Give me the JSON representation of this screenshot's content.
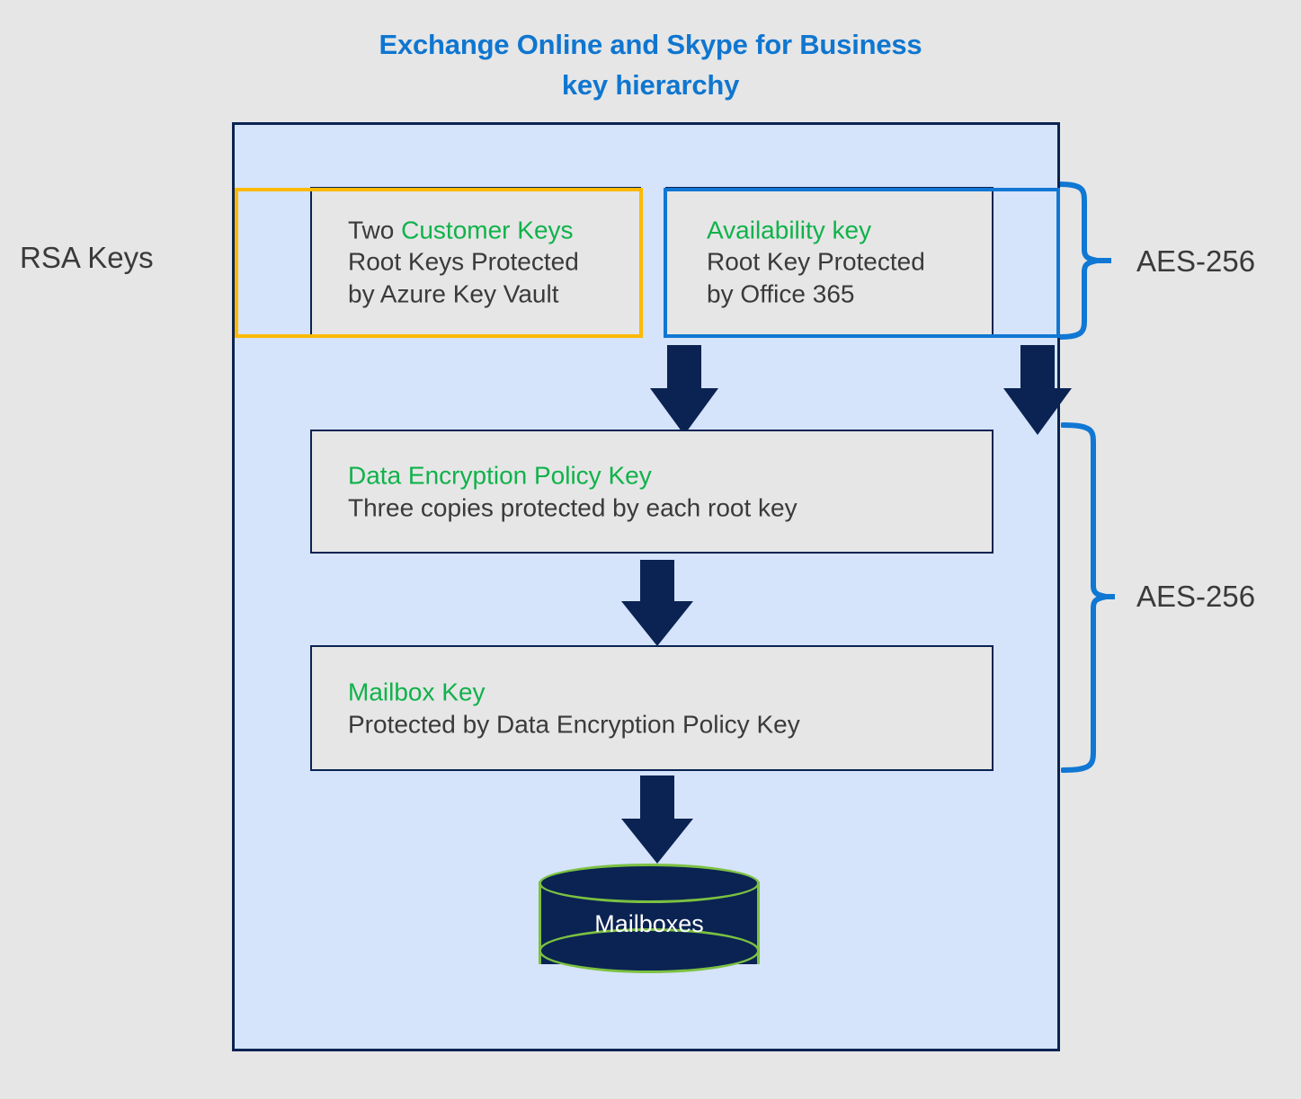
{
  "title": {
    "line1": "Exchange Online and Skype for Business",
    "line2": "key hierarchy"
  },
  "colors": {
    "title_blue": "#0f76d0",
    "accent_green": "#10b24b",
    "customer_key_border": "#fcb900",
    "availability_key_border": "#1077d3",
    "container_fill": "#d5e3fb",
    "container_border": "#0a2352",
    "box_fill": "#e6e6e6",
    "arrow_navy": "#0a2352",
    "cylinder_fill": "#0a2352",
    "cylinder_outline": "#7cc141",
    "page_background": "#e6e6e6",
    "body_text": "#3a3a3a"
  },
  "nodes": {
    "customer_keys": {
      "line1_prefix": "Two ",
      "line1_highlight": "Customer Keys",
      "line2": "Root Keys Protected",
      "line3": "by Azure Key Vault"
    },
    "availability_key": {
      "line1_highlight": "Availability key",
      "line2": "Root Key Protected",
      "line3": "by Office 365"
    },
    "data_encryption_policy_key": {
      "line1_highlight": "Data Encryption Policy Key",
      "line2": "Three copies protected by each root key"
    },
    "mailbox_key": {
      "line1_highlight": "Mailbox Key",
      "line2": "Protected by Data Encryption Policy Key"
    },
    "mailboxes_store": {
      "label": "Mailboxes"
    }
  },
  "annotations": {
    "rsa_keys": "RSA Keys",
    "aes_top": "AES-256",
    "aes_bottom": "AES-256"
  },
  "icons": {
    "arrow_down": "down-block-arrow",
    "brace_left": "left-curly-brace",
    "brace_right": "right-curly-brace",
    "database": "database-cylinder-icon"
  }
}
